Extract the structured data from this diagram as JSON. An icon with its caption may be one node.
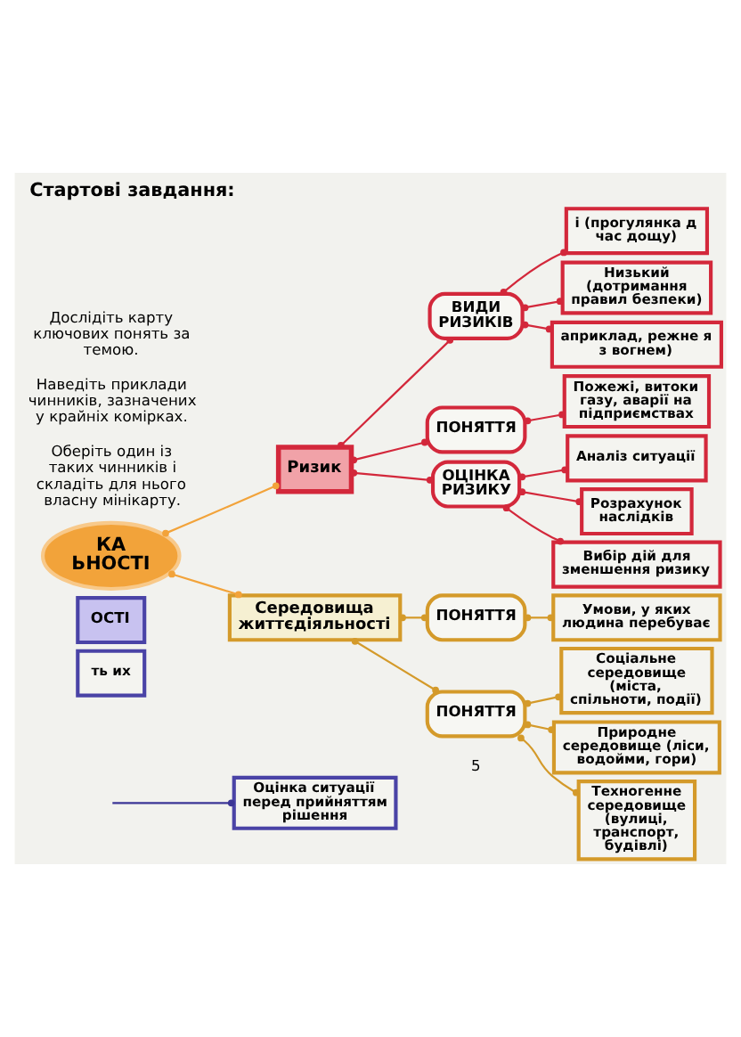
{
  "diagram": {
    "title": "Стартові завдання:",
    "nodes": [
      {
        "text": [
          "і (прогулянка д час дощу)"
        ]
      },
      {
        "text": [
          "Низький (дотримання правил безпеки)"
        ]
      },
      {
        "text": [
          "ВИДИ РИЗИКІВ"
        ]
      },
      {
        "text": [
          "ПОНЯТТЯ"
        ]
      },
      {
        "text": [
          "априклад, режне я з вогнем)"
        ]
      },
      {
        "text": [
          "Ризик"
        ]
      },
      {
        "text": [
          "КА ЬНОСТІ"
        ]
      },
      {
        "text": [
          "Пожежі, витоки газу, аварії на підприємствах"
        ]
      },
      {
        "text": [
          "ОЦІНКА РИЗИКУ"
        ]
      },
      {
        "text": [
          "Аналіз ситуації"
        ]
      },
      {
        "text": [
          "Розрахунок наслідків"
        ]
      },
      {
        "text": [
          "ОСТІ"
        ]
      },
      {
        "text": [
          "Середовища життєдіяльності"
        ]
      },
      {
        "text": [
          "Вибір дій для зменшення ризику"
        ]
      },
      {
        "text": [
          "ПОНЯТТЯ"
        ]
      },
      {
        "text": [
          "ПОНЯТТЯ"
        ]
      },
      {
        "text": [
          "Умови, у яких людина перебуває"
        ]
      },
      {
        "text": [
          "Соціальне середовище (міста, спільноти, події)"
        ]
      },
      {
        "text": [
          "Природне середовище (ліси, водойми, гори)"
        ]
      },
      {
        "text": [
          "Техногенне середовище (вулиці, транспорт, будівлі)"
        ]
      },
      {
        "text": [
          "ть их"
        ]
      },
      {
        "text": [
          "Оцінка ситуації перед прийняттям рішення"
        ]
      }
    ],
    "edges": [
      {
        "from": 6,
        "to": 5,
        "arrow": "other",
        "color": "#f2a33a"
      },
      {
        "from": 6,
        "to": 12,
        "arrow": "other",
        "color": "#f2a33a"
      },
      {
        "from": 5,
        "to": 2,
        "arrow": "other"
      },
      {
        "from": 5,
        "to": 3,
        "arrow": "other"
      },
      {
        "from": 5,
        "to": 8,
        "arrow": "other"
      },
      {
        "from": 2,
        "to": 0,
        "arrow": "other"
      },
      {
        "from": 2,
        "to": 1,
        "arrow": "other"
      },
      {
        "from": 2,
        "to": 4,
        "arrow": "other"
      },
      {
        "from": 3,
        "to": 7,
        "arrow": "other"
      },
      {
        "from": 8,
        "to": 9,
        "arrow": "other"
      },
      {
        "from": 8,
        "to": 10,
        "arrow": "other"
      },
      {
        "from": 8,
        "to": 13,
        "arrow": "other"
      },
      {
        "from": 12,
        "to": 14,
        "arrow": "other",
        "color": "#d49a2a"
      },
      {
        "from": 12,
        "to": 15,
        "arrow": "other",
        "color": "#d49a2a"
      },
      {
        "from": 14,
        "to": 16,
        "arrow": "other",
        "color": "#d49a2a"
      },
      {
        "from": 15,
        "to": 18,
        "arrow": "other",
        "color": "#d49a2a"
      },
      {
        "from": 15,
        "to": 17,
        "arrow": "other",
        "color": "#d49a2a"
      },
      {
        "from": 15,
        "to": 19,
        "arrow": "other",
        "color": "#d49a2a"
      },
      {
        "from": null,
        "to": 21,
        "arrow": "other",
        "color": "#3b3596"
      }
    ],
    "labels": [
      "Дослідіть карту ключових понять за темою.",
      "Наведіть приклади чинників, зазначених у крайніх комірках.",
      "Оберіть один із таких чинників і складіть для нього власну мінікарту.",
      "5"
    ]
  }
}
